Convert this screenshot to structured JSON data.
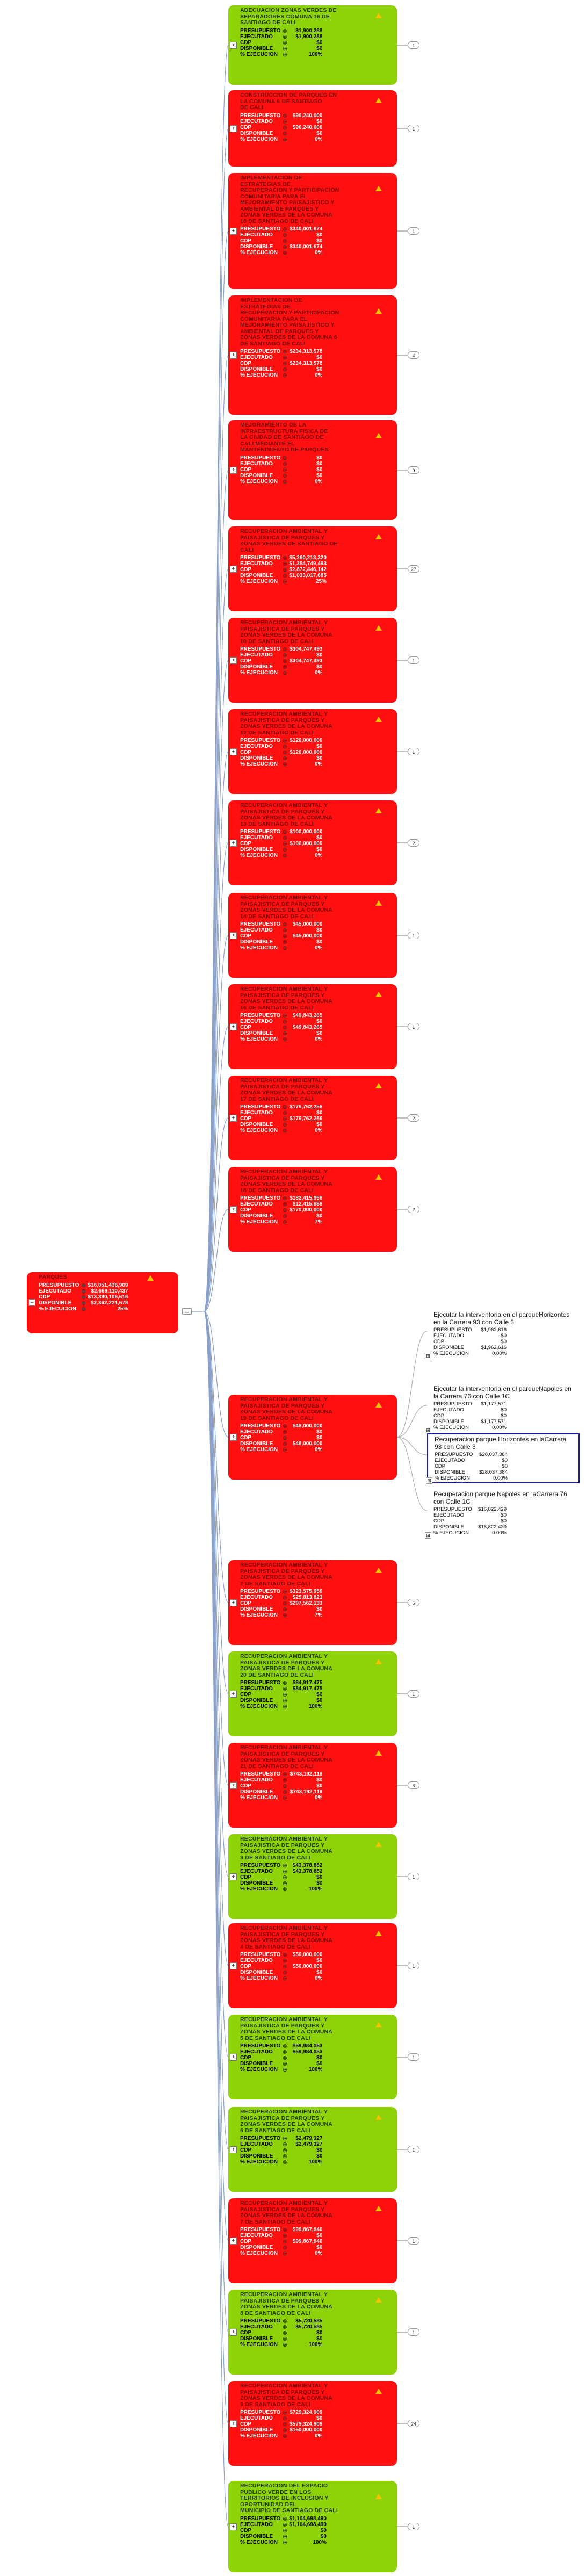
{
  "root": {
    "title": "PARQUES",
    "rows": [
      [
        "PRESUPUESTO",
        "$16,051,436,909"
      ],
      [
        "EJECUTADO",
        "$2,669,110,437"
      ],
      [
        "CDP",
        "$13,380,106,616"
      ],
      [
        "DISPONIBLE",
        "$2,362,221,678"
      ],
      [
        "% EJECUCION",
        "25%"
      ]
    ],
    "color": "#fe1010"
  },
  "projects": [
    {
      "title": [
        "ADECUACION ZONAS VERDES DE",
        "SEPARADORES  COMUNA 16 DE",
        "SANTIAGO DE CALI"
      ],
      "color": "green",
      "badge": "1",
      "rows": [
        [
          "PRESUPUESTO",
          "$1,900,288"
        ],
        [
          "EJECUTADO",
          "$1,900,288"
        ],
        [
          "CDP",
          "$0"
        ],
        [
          "DISPONIBLE",
          "$0"
        ],
        [
          "% EJECUCION",
          "100%"
        ]
      ]
    },
    {
      "title": [
        "CONSTRUCCION DE PARQUES EN",
        "LA COMUNA 6 DE SANTIAGO",
        "DE CALI"
      ],
      "color": "red",
      "badge": "1",
      "rows": [
        [
          "PRESUPUESTO",
          "$90,240,000"
        ],
        [
          "EJECUTADO",
          "$0"
        ],
        [
          "CDP",
          "$90,240,000"
        ],
        [
          "DISPONIBLE",
          "$0"
        ],
        [
          "% EJECUCION",
          "0%"
        ]
      ]
    },
    {
      "title": [
        "IMPLEMENTACION DE",
        "ESTRATEGIAS DE",
        "RECUPERACION Y PARTICIPACION",
        "COMUNITARIA PARA EL",
        "MEJORAMIENTO PAISAJISTICO Y",
        "AMBIENTAL DE PARQUES Y",
        "ZONAS VERDES DE LA COMUNA",
        "18 DE SANTIAGO DE CALI"
      ],
      "color": "red",
      "badge": "1",
      "rows": [
        [
          "PRESUPUESTO",
          "$340,001,674"
        ],
        [
          "EJECUTADO",
          "$0"
        ],
        [
          "CDP",
          "$0"
        ],
        [
          "DISPONIBLE",
          "$340,001,674"
        ],
        [
          "% EJECUCION",
          "0%"
        ]
      ]
    },
    {
      "title": [
        "IMPLEMENTACION DE",
        "ESTRATEGIAS DE",
        "RECUPERACION Y PARTICIPACION",
        "COMUNITARIA PARA EL",
        "MEJORAMIENTO PAISAJISTICO Y",
        "AMBIENTAL DE PARQUES Y",
        "ZONAS VERDES DE LA COMUNA 6",
        "DE SANTIAGO DE CALI"
      ],
      "color": "red",
      "badge": "4",
      "rows": [
        [
          "PRESUPUESTO",
          "$234,313,578"
        ],
        [
          "EJECUTADO",
          "$0"
        ],
        [
          "CDP",
          "$234,313,578"
        ],
        [
          "DISPONIBLE",
          "$0"
        ],
        [
          "% EJECUCION",
          "0%"
        ]
      ]
    },
    {
      "title": [
        "MEJORAMIENTO DE LA",
        "INFRAESTRUCTURA FISICA DE",
        "LA CIUDAD DE SANTIAGO DE",
        "CALI MEDIANTE EL",
        "MANTENIMIENTO DE PARQUES"
      ],
      "color": "red",
      "badge": "9",
      "rows": [
        [
          "PRESUPUESTO",
          "$0"
        ],
        [
          "EJECUTADO",
          "$0"
        ],
        [
          "CDP",
          "$0"
        ],
        [
          "DISPONIBLE",
          "$0"
        ],
        [
          "% EJECUCION",
          "0%"
        ]
      ]
    },
    {
      "title": [
        "RECUPERACION AMBIENTAL Y",
        "PAISAJISTICA DE PARQUES Y",
        "ZONAS VERDES DE SANTIAGO DE",
        "CALI"
      ],
      "color": "red",
      "badge": "27",
      "rows": [
        [
          "PRESUPUESTO",
          "$5,260,213,320"
        ],
        [
          "EJECUTADO",
          "$1,354,749,493"
        ],
        [
          "CDP",
          "$2,872,446,142"
        ],
        [
          "DISPONIBLE",
          "$1,033,017,685"
        ],
        [
          "% EJECUCION",
          "25%"
        ]
      ]
    },
    {
      "title": [
        "RECUPERACION AMBIENTAL Y",
        "PAISAJISTICA DE PARQUES Y",
        "ZONAS VERDES DE LA COMUNA",
        "10 DE SANTIAGO DE CALI"
      ],
      "color": "red",
      "badge": "1",
      "rows": [
        [
          "PRESUPUESTO",
          "$304,747,493"
        ],
        [
          "EJECUTADO",
          "$0"
        ],
        [
          "CDP",
          "$304,747,493"
        ],
        [
          "DISPONIBLE",
          "$0"
        ],
        [
          "% EJECUCION",
          "0%"
        ]
      ]
    },
    {
      "title": [
        "RECUPERACION AMBIENTAL Y",
        "PAISAJISTICA DE PARQUES Y",
        "ZONAS VERDES DE LA COMUNA",
        "12 DE SANTIAGO DE CALI"
      ],
      "color": "red",
      "badge": "1",
      "rows": [
        [
          "PRESUPUESTO",
          "$120,000,000"
        ],
        [
          "EJECUTADO",
          "$0"
        ],
        [
          "CDP",
          "$120,000,000"
        ],
        [
          "DISPONIBLE",
          "$0"
        ],
        [
          "% EJECUCION",
          "0%"
        ]
      ]
    },
    {
      "title": [
        "RECUPERACION AMBIENTAL Y",
        "PAISAJISTICA DE PARQUES Y",
        "ZONAS VERDES DE LA COMUNA",
        "13 DE SANTIAGO DE CALI"
      ],
      "color": "red",
      "badge": "2",
      "rows": [
        [
          "PRESUPUESTO",
          "$100,000,000"
        ],
        [
          "EJECUTADO",
          "$0"
        ],
        [
          "CDP",
          "$100,000,000"
        ],
        [
          "DISPONIBLE",
          "$0"
        ],
        [
          "% EJECUCION",
          "0%"
        ]
      ]
    },
    {
      "title": [
        "RECUPERACION AMBIENTAL Y",
        "PAISAJISTICA DE PARQUES Y",
        "ZONAS VERDES DE LA COMUNA",
        "14 DE SANTIAGO DE CALI"
      ],
      "color": "red",
      "badge": "1",
      "rows": [
        [
          "PRESUPUESTO",
          "$45,000,000"
        ],
        [
          "EJECUTADO",
          "$0"
        ],
        [
          "CDP",
          "$45,000,000"
        ],
        [
          "DISPONIBLE",
          "$0"
        ],
        [
          "% EJECUCION",
          "0%"
        ]
      ]
    },
    {
      "title": [
        "RECUPERACION AMBIENTAL Y",
        "PAISAJISTICA DE PARQUES Y",
        "ZONAS VERDES DE LA COMUNA",
        "16 DE SANTIAGO DE CALI"
      ],
      "color": "red",
      "badge": "1",
      "rows": [
        [
          "PRESUPUESTO",
          "$49,843,265"
        ],
        [
          "EJECUTADO",
          "$0"
        ],
        [
          "CDP",
          "$49,843,265"
        ],
        [
          "DISPONIBLE",
          "$0"
        ],
        [
          "% EJECUCION",
          "0%"
        ]
      ]
    },
    {
      "title": [
        "RECUPERACION AMBIENTAL Y",
        "PAISAJISTICA DE PARQUES Y",
        "ZONAS VERDES DE LA COMUNA",
        "17 DE SANTIAGO DE CALI"
      ],
      "color": "red",
      "badge": "2",
      "rows": [
        [
          "PRESUPUESTO",
          "$176,762,256"
        ],
        [
          "EJECUTADO",
          "$0"
        ],
        [
          "CDP",
          "$176,762,256"
        ],
        [
          "DISPONIBLE",
          "$0"
        ],
        [
          "% EJECUCION",
          "0%"
        ]
      ]
    },
    {
      "title": [
        "RECUPERACION AMBIENTAL Y",
        "PAISAJISTICA DE PARQUES Y",
        "ZONAS VERDES DE LA COMUNA",
        "18 DE SANTIAGO DE CALI"
      ],
      "color": "red",
      "badge": "2",
      "rows": [
        [
          "PRESUPUESTO",
          "$182,415,858"
        ],
        [
          "EJECUTADO",
          "$12,415,858"
        ],
        [
          "CDP",
          "$170,000,000"
        ],
        [
          "DISPONIBLE",
          "$0"
        ],
        [
          "% EJECUCION",
          "7%"
        ]
      ]
    },
    {
      "title": [
        "RECUPERACION AMBIENTAL Y",
        "PAISAJISTICA DE PARQUES Y",
        "ZONAS VERDES DE LA COMUNA",
        "19 DE SANTIAGO DE CALI"
      ],
      "color": "red",
      "badge": "",
      "expanded": true,
      "rows": [
        [
          "PRESUPUESTO",
          "$48,000,000"
        ],
        [
          "EJECUTADO",
          "$0"
        ],
        [
          "CDP",
          "$0"
        ],
        [
          "DISPONIBLE",
          "$48,000,000"
        ],
        [
          "% EJECUCION",
          "0%"
        ]
      ]
    },
    {
      "title": [
        "RECUPERACION AMBIENTAL Y",
        "PAISAJISTICA DE PARQUES Y",
        "ZONAS VERDES DE LA COMUNA",
        "2 DE SANTIAGO DE CALI"
      ],
      "color": "red",
      "badge": "5",
      "rows": [
        [
          "PRESUPUESTO",
          "$323,575,956"
        ],
        [
          "EJECUTADO",
          "$25,813,823"
        ],
        [
          "CDP",
          "$297,562,133"
        ],
        [
          "DISPONIBLE",
          "$0"
        ],
        [
          "% EJECUCION",
          "7%"
        ]
      ]
    },
    {
      "title": [
        "RECUPERACION AMBIENTAL Y",
        "PAISAJISTICA DE PARQUES Y",
        "ZONAS VERDES DE LA COMUNA",
        "20 DE SANTIAGO DE CALI"
      ],
      "color": "green",
      "badge": "1",
      "rows": [
        [
          "PRESUPUESTO",
          "$84,917,475"
        ],
        [
          "EJECUTADO",
          "$84,917,475"
        ],
        [
          "CDP",
          "$0"
        ],
        [
          "DISPONIBLE",
          "$0"
        ],
        [
          "% EJECUCION",
          "100%"
        ]
      ]
    },
    {
      "title": [
        "RECUPERACION AMBIENTAL Y",
        "PAISAJISTICA DE PARQUES Y",
        "ZONAS VERDES DE LA COMUNA",
        "21 DE SANTIAGO DE CALI"
      ],
      "color": "red",
      "badge": "6",
      "rows": [
        [
          "PRESUPUESTO",
          "$743,192,119"
        ],
        [
          "EJECUTADO",
          "$0"
        ],
        [
          "CDP",
          "$0"
        ],
        [
          "DISPONIBLE",
          "$743,192,119"
        ],
        [
          "% EJECUCION",
          "0%"
        ]
      ]
    },
    {
      "title": [
        "RECUPERACION AMBIENTAL Y",
        "PAISAJISTICA DE PARQUES Y",
        "ZONAS VERDES DE LA COMUNA",
        "3 DE SANTIAGO DE CALI"
      ],
      "color": "green",
      "badge": "1",
      "rows": [
        [
          "PRESUPUESTO",
          "$43,378,882"
        ],
        [
          "EJECUTADO",
          "$43,378,882"
        ],
        [
          "CDP",
          "$0"
        ],
        [
          "DISPONIBLE",
          "$0"
        ],
        [
          "% EJECUCION",
          "100%"
        ]
      ]
    },
    {
      "title": [
        "RECUPERACION AMBIENTAL Y",
        "PAISAJISTICA DE PARQUES Y",
        "ZONAS VERDES DE LA COMUNA",
        "4 DE SANTIAGO DE CALI"
      ],
      "color": "red",
      "badge": "1",
      "rows": [
        [
          "PRESUPUESTO",
          "$50,000,000"
        ],
        [
          "EJECUTADO",
          "$0"
        ],
        [
          "CDP",
          "$50,000,000"
        ],
        [
          "DISPONIBLE",
          "$0"
        ],
        [
          "% EJECUCION",
          "0%"
        ]
      ]
    },
    {
      "title": [
        "RECUPERACION AMBIENTAL Y",
        "PAISAJISTICA DE PARQUES Y",
        "ZONAS VERDES DE LA COMUNA",
        "5 DE SANTIAGO DE CALI"
      ],
      "color": "green",
      "badge": "1",
      "rows": [
        [
          "PRESUPUESTO",
          "$59,984,053"
        ],
        [
          "EJECUTADO",
          "$59,984,053"
        ],
        [
          "CDP",
          "$0"
        ],
        [
          "DISPONIBLE",
          "$0"
        ],
        [
          "% EJECUCION",
          "100%"
        ]
      ]
    },
    {
      "title": [
        "RECUPERACION AMBIENTAL Y",
        "PAISAJISTICA DE PARQUES Y",
        "ZONAS VERDES DE LA COMUNA",
        "6 DE SANTIAGO DE CALI"
      ],
      "color": "green",
      "badge": "1",
      "rows": [
        [
          "PRESUPUESTO",
          "$2,479,327"
        ],
        [
          "EJECUTADO",
          "$2,479,327"
        ],
        [
          "CDP",
          "$0"
        ],
        [
          "DISPONIBLE",
          "$0"
        ],
        [
          "% EJECUCION",
          "100%"
        ]
      ]
    },
    {
      "title": [
        "RECUPERACION AMBIENTAL Y",
        "PAISAJISTICA DE PARQUES Y",
        "ZONAS VERDES DE LA COMUNA",
        "7 DE SANTIAGO DE CALI"
      ],
      "color": "red",
      "badge": "1",
      "rows": [
        [
          "PRESUPUESTO",
          "$99,867,840"
        ],
        [
          "EJECUTADO",
          "$0"
        ],
        [
          "CDP",
          "$99,867,840"
        ],
        [
          "DISPONIBLE",
          "$0"
        ],
        [
          "% EJECUCION",
          "0%"
        ]
      ]
    },
    {
      "title": [
        "RECUPERACION AMBIENTAL Y",
        "PAISAJISTICA DE PARQUES Y",
        "ZONAS VERDES DE LA COMUNA",
        "8 DE SANTIAGO DE CALI"
      ],
      "color": "green",
      "badge": "1",
      "rows": [
        [
          "PRESUPUESTO",
          "$5,720,585"
        ],
        [
          "EJECUTADO",
          "$5,720,585"
        ],
        [
          "CDP",
          "$0"
        ],
        [
          "DISPONIBLE",
          "$0"
        ],
        [
          "% EJECUCION",
          "100%"
        ]
      ]
    },
    {
      "title": [
        "RECUPERACION AMBIENTAL Y",
        "PAISAJISTICA DE PARQUES Y",
        "ZONAS VERDES DE LA COMUNA",
        "9 DE SANTIAGO DE CALI"
      ],
      "color": "red",
      "badge": "24",
      "rows": [
        [
          "PRESUPUESTO",
          "$729,324,909"
        ],
        [
          "EJECUTADO",
          "$0"
        ],
        [
          "CDP",
          "$579,324,909"
        ],
        [
          "DISPONIBLE",
          "$150,000,000"
        ],
        [
          "% EJECUCION",
          "0%"
        ]
      ]
    },
    {
      "title": [
        "RECUPERACION DEL ESPACIO",
        "PUBLICO VERDE EN LOS",
        "TERRITORIOS DE INCLUSION Y",
        "OPORTUNIDAD DEL",
        "MUNICIPIO DE SANTIAGO DE CALI"
      ],
      "color": "green",
      "badge": "1",
      "rows": [
        [
          "PRESUPUESTO",
          "$1,104,698,490"
        ],
        [
          "EJECUTADO",
          "$1,104,698,490"
        ],
        [
          "CDP",
          "$0"
        ],
        [
          "DISPONIBLE",
          "$0"
        ],
        [
          "% EJECUCION",
          "100%"
        ]
      ]
    }
  ],
  "subitems": [
    {
      "title": [
        "Ejecutar la interventoria en el parque",
        "Horizontes en la Carrera 93 con Calle 3"
      ],
      "rows": [
        [
          "PRESUPUESTO",
          "$1,962,616"
        ],
        [
          "EJECUTADO",
          "$0"
        ],
        [
          "CDP",
          "$0"
        ],
        [
          "DISPONIBLE",
          "$1,962,616"
        ],
        [
          "% EJECUCION",
          "0.00%"
        ]
      ]
    },
    {
      "title": [
        "Ejecutar la interventoria en el parque",
        "Napoles en la Carrera 76 con Calle 1C"
      ],
      "rows": [
        [
          "PRESUPUESTO",
          "$1,177,571"
        ],
        [
          "EJECUTADO",
          "$0"
        ],
        [
          "CDP",
          "$0"
        ],
        [
          "DISPONIBLE",
          "$1,177,571"
        ],
        [
          "% EJECUCION",
          "0.00%"
        ]
      ]
    },
    {
      "title": [
        "Recuperacion  parque Horizontes en la",
        "Carrera 93 con Calle 3"
      ],
      "selected": true,
      "rows": [
        [
          "PRESUPUESTO",
          "$28,037,384"
        ],
        [
          "EJECUTADO",
          "$0"
        ],
        [
          "CDP",
          "$0"
        ],
        [
          "DISPONIBLE",
          "$28,037,384"
        ],
        [
          "% EJECUCION",
          "0.00%"
        ]
      ]
    },
    {
      "title": [
        "Recuperacion parque Napoles en la",
        "Carrera 76 con Calle 1C"
      ],
      "rows": [
        [
          "PRESUPUESTO",
          "$16,822,429"
        ],
        [
          "EJECUTADO",
          "$0"
        ],
        [
          "CDP",
          "$0"
        ],
        [
          "DISPONIBLE",
          "$16,822,429"
        ],
        [
          "% EJECUCION",
          "0.00%"
        ]
      ]
    }
  ]
}
